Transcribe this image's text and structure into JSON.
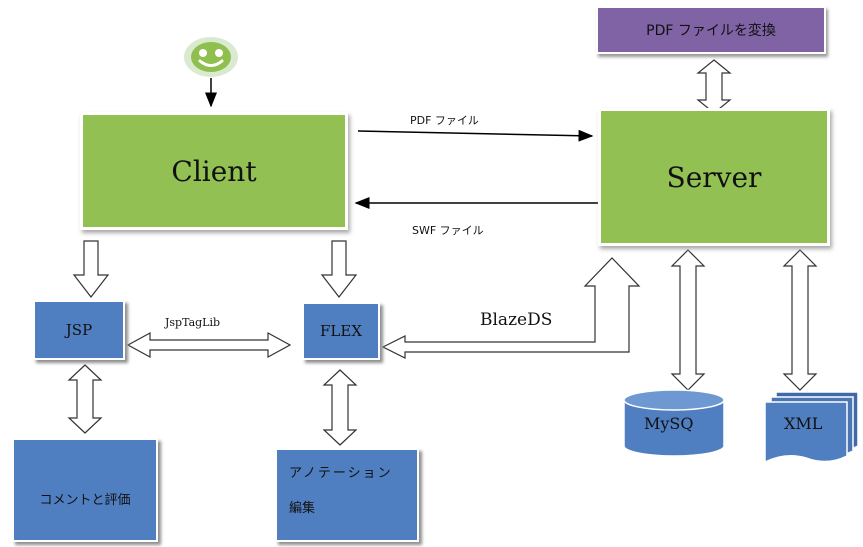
{
  "nodes": {
    "client": "Client",
    "server": "Server",
    "pdf_convert": "PDF ファイルを変換",
    "jsp": "JSP",
    "flex": "FLEX",
    "mysql": "MySQ",
    "xml": "XML",
    "comments": "コメントと評価",
    "annotation_line1": "アノテーション",
    "annotation_line2": "編集"
  },
  "edges": {
    "pdf_file": "PDF ファイル",
    "swf_file": "SWF ファイル",
    "blazeds": "BlazeDS",
    "jsptaglib": "JspTagLib"
  },
  "icons": {
    "user": "smiley-user-icon"
  },
  "colors": {
    "green": "#92c053",
    "blue": "#4f7fc1",
    "purple": "#7f63a5"
  }
}
